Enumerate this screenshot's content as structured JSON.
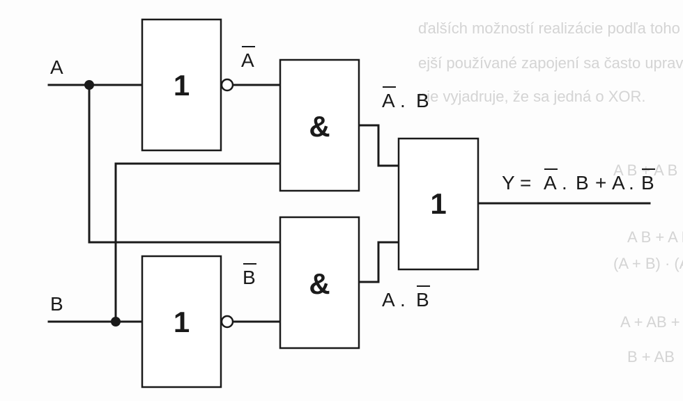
{
  "inputs": {
    "a": "A",
    "b": "B"
  },
  "gates": {
    "not_a": "1",
    "not_b": "1",
    "and_top": "&",
    "and_bottom": "&",
    "or_gate": "1"
  },
  "signals": {
    "not_a_char": "A",
    "not_b_char": "B",
    "and_top_1": "A",
    "and_top_op": ".",
    "and_top_2": "B",
    "and_bottom_1": "A",
    "and_bottom_op": ".",
    "and_bottom_2": "B"
  },
  "output": {
    "y_prefix": "Y =",
    "t1": "A",
    "op1": ".",
    "t2": "B",
    "plus": "+",
    "t3": "A",
    "op2": ".",
    "t4": "B"
  },
  "background_text": [
    "ďalších možností realizácie podľa toho ktorý z výrazov ... A . B + A . B",
    "ejší používané zapojení sa často upravuje NAND hradel, ...",
    "nie vyjadruje, že sa jedná o XOR.",
    "A B + A B",
    "A B + A B · B",
    "(A + B) · (A + B) · B",
    "A + AB + AB + BB",
    "B + AB"
  ]
}
